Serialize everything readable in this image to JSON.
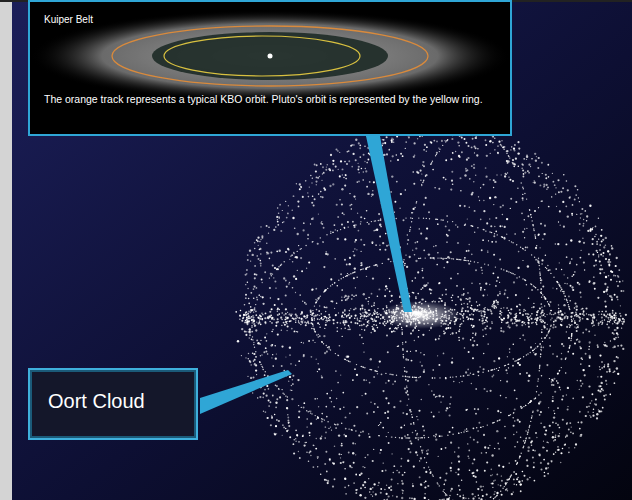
{
  "diagram": {
    "nodes": [
      {
        "text": [
          "Kuiper Belt",
          "The orange track represents a typical KBO orbit. Pluto's orbit is represented by the yellow ring."
        ]
      },
      {
        "text": [
          "Oort Cloud"
        ]
      }
    ]
  }
}
